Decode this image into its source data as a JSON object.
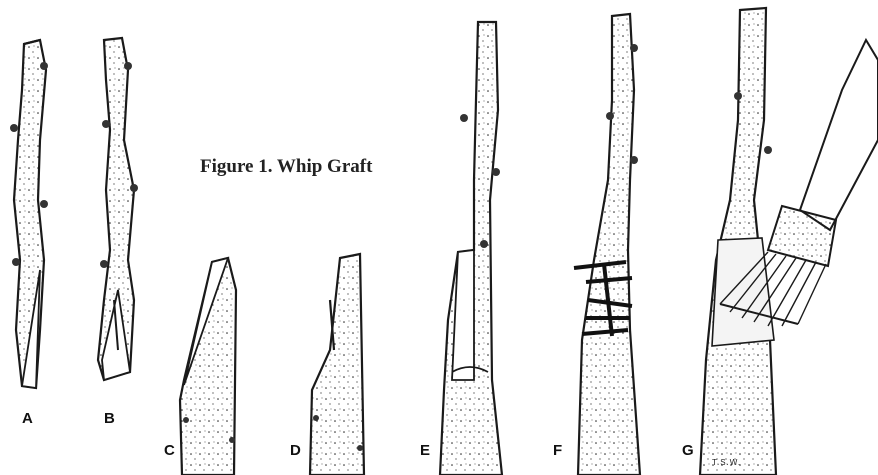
{
  "title": "Figure 1. Whip Graft",
  "panels": [
    {
      "id": "A",
      "label": "A"
    },
    {
      "id": "B",
      "label": "B"
    },
    {
      "id": "C",
      "label": "C"
    },
    {
      "id": "D",
      "label": "D"
    },
    {
      "id": "E",
      "label": "E"
    },
    {
      "id": "F",
      "label": "F"
    },
    {
      "id": "G",
      "label": "G"
    }
  ],
  "artist_initials": "T.S.W.",
  "colors": {
    "ink": "#1a1a1a",
    "paper": "#ffffff",
    "tie": "#111111"
  }
}
